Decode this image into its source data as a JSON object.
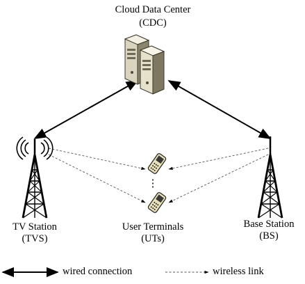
{
  "nodes": {
    "cdc": {
      "name": "Cloud Data Center",
      "abbr": "(CDC)"
    },
    "tvs": {
      "name": "TV Station",
      "abbr": "(TVS)"
    },
    "uts": {
      "name": "User Terminals",
      "abbr": "(UTs)",
      "ellipsis": "⋮"
    },
    "bs": {
      "name": "Base Station",
      "abbr": "(BS)"
    }
  },
  "edges": [
    {
      "from": "cdc",
      "to": "tvs",
      "type": "wired"
    },
    {
      "from": "cdc",
      "to": "bs",
      "type": "wired"
    },
    {
      "from": "tvs",
      "to": "ut-top",
      "type": "wireless"
    },
    {
      "from": "tvs",
      "to": "ut-bottom",
      "type": "wireless"
    },
    {
      "from": "bs",
      "to": "ut-top",
      "type": "wireless"
    },
    {
      "from": "bs",
      "to": "ut-bottom",
      "type": "wireless"
    }
  ],
  "legend": {
    "wired": "wired connection",
    "wireless": "wireless link"
  },
  "colors": {
    "line": "#000000",
    "server_light": "#f2efdf",
    "server_dark": "#7a7660",
    "phone_body": "#e9e2b6",
    "phone_screen": "#3a3a3a"
  }
}
